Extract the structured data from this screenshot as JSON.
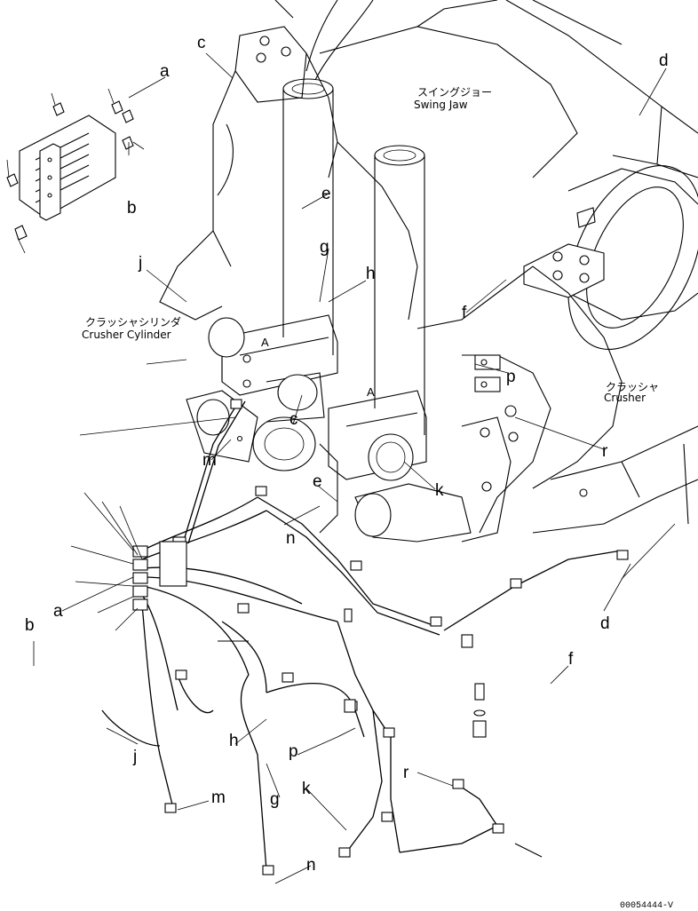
{
  "figure_code": "00054444-V",
  "labels": {
    "a": "a",
    "b": "b",
    "c": "c",
    "d": "d",
    "e": "e",
    "f": "f",
    "g": "g",
    "h": "h",
    "j": "j",
    "k": "k",
    "m": "m",
    "n": "n",
    "p": "p",
    "r": "r",
    "A": "A"
  },
  "annotations": {
    "swing_jaw_jp": "スイングジョー",
    "swing_jaw_en": "Swing Jaw",
    "crusher_cylinder_jp": "クラッシャシリンダ",
    "crusher_cylinder_en": "Crusher Cylinder",
    "crusher_jp": "クラッシャ",
    "crusher_en": "Crusher"
  }
}
